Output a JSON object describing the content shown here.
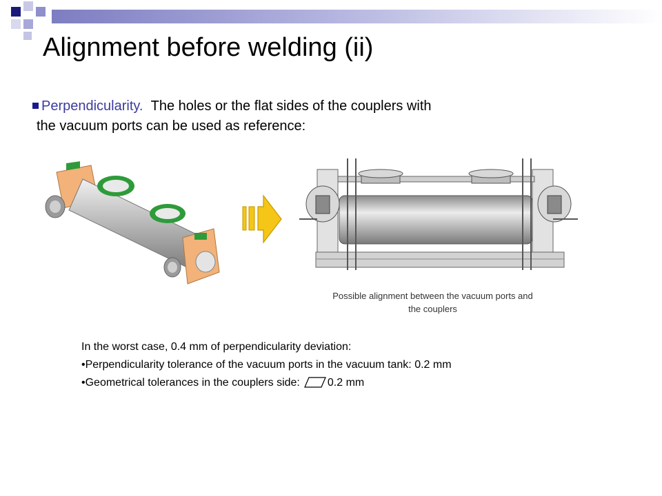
{
  "slide": {
    "title": "Alignment before welding (ii)",
    "bullet": {
      "highlight": "Perpendicularity.",
      "text_line1": "The holes or the flat sides of the couplers with",
      "text_line2": "the vacuum ports can be used as reference:"
    },
    "caption": {
      "line1": "Possible alignment between the vacuum ports and",
      "line2": "the couplers"
    },
    "details": {
      "heading": "In the worst case, 0.4 mm of perpendicularity deviation:",
      "item1": "•Perpendicularity tolerance  of the vacuum ports in the vacuum tank: 0.2 mm",
      "item2_prefix": "•Geometrical tolerances in the couplers side:",
      "item2_value": "0.2 mm"
    }
  },
  "colors": {
    "accent": "#3b3b9e",
    "banner_dark": "#1a1a7a",
    "arrow_yellow": "#f5c518",
    "coupler_orange": "#f2b27a",
    "flange_green": "#2e9b3a"
  },
  "icons": {
    "bullet": "square-bullet-icon",
    "arrow": "right-arrow-icon",
    "tolerance": "flatness-tolerance-icon"
  }
}
